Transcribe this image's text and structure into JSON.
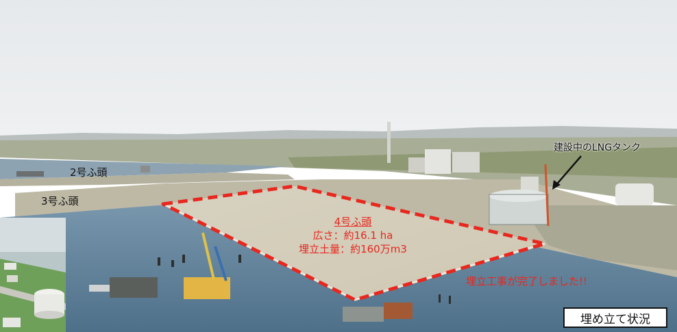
{
  "labels": {
    "pier2": "2号ふ頭",
    "pier3": "3号ふ頭",
    "lng_tank": "建設中のLNGタンク",
    "pier4_title": "4号ふ頭",
    "area": "広さ：約16.1 ha",
    "fill_volume": "埋立土量：約160万m3",
    "completed": "埋立工事が完了しました!!",
    "status": "埋め立て状況"
  },
  "colors": {
    "annotation_red": "#e8271f",
    "sea": "#5d7f98",
    "sky": "#e9ecef",
    "fill_land": "#d9d4c2"
  }
}
